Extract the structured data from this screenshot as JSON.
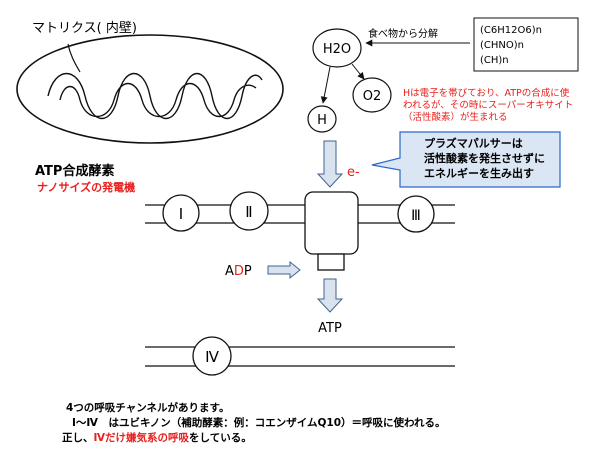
{
  "matrix": {
    "label": "マトリクス( 内壁)"
  },
  "molecules": {
    "h2o": "H2O",
    "h": "H",
    "o2": "O2",
    "food_note": "食べ物から分解"
  },
  "food_box": {
    "lines": [
      "(C6H12O6)n",
      "(CHNO)n",
      "(CH)n"
    ]
  },
  "electron_note": {
    "lines": [
      "Hは電子を帯びており、ATPの合成に使",
      "われるが、その時にスーパーオキサイト",
      "（活性酸素）が生まれる"
    ]
  },
  "electron_label": "e-",
  "callout": {
    "lines": [
      "プラズマパルサーは",
      "活性酸素を発生させずに",
      "エネルギーを生み出す"
    ]
  },
  "atp_synthase": {
    "title": "ATP合成酵素",
    "subtitle": "ナノサイズの発電機"
  },
  "channels": {
    "c1": "Ⅰ",
    "c2": "Ⅱ",
    "c3": "Ⅲ",
    "c4": "Ⅳ"
  },
  "adp": {
    "a": "A",
    "d": "D",
    "p": "P"
  },
  "atp_label": "ATP",
  "bottom_notes": {
    "line1": "4つの呼吸チャンネルがあります。",
    "line2": "Ⅰ～Ⅳ　はユビキノン（補助酵素：例：コエンザイムQ10）＝呼吸に使われる。",
    "line3_prefix": "正し、",
    "line3_red": "Ⅳだけ嫌気系の呼吸",
    "line3_suffix": "をしている。"
  },
  "colors": {
    "red": "#e8201e",
    "callout_fill": "#dbe6f4",
    "callout_stroke": "#2c67c9",
    "arrow_fill": "#d9e3f0",
    "arrow_stroke": "#41628e"
  }
}
